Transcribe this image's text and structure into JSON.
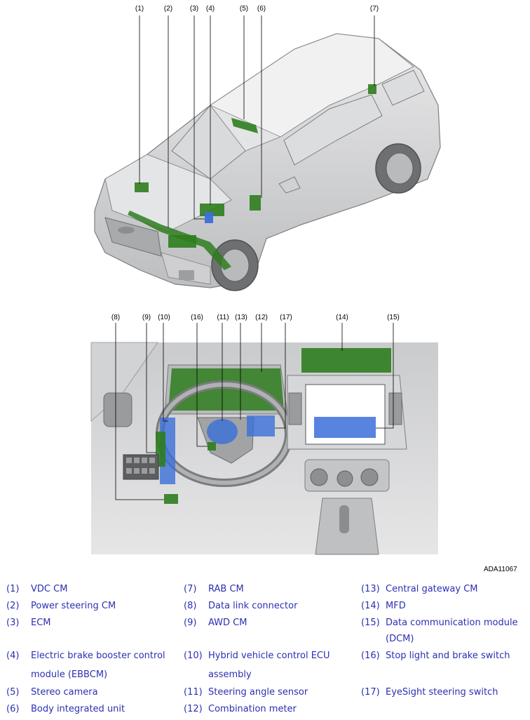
{
  "figure": {
    "figure_id": "ADA11067",
    "callouts_top": [
      "(1)",
      "(2)",
      "(3)",
      "(4)",
      "(5)",
      "(6)",
      "(7)"
    ],
    "callouts_bottom": [
      "(8)",
      "(9)",
      "(10)",
      "(16)",
      "(11)",
      "(13)",
      "(12)",
      "(17)",
      "(14)",
      "(15)"
    ],
    "colors": {
      "module_green": "#2e7d1e",
      "module_blue": "#3a6fd8",
      "body_gray": "#cfd0d2"
    }
  },
  "legend": [
    {
      "num": "(1)",
      "label": "VDC CM"
    },
    {
      "num": "(2)",
      "label": "Power steering CM"
    },
    {
      "num": "(3)",
      "label": "ECM"
    },
    {
      "num": "(4)",
      "label": "Electric brake booster control module (EBBCM)"
    },
    {
      "num": "(5)",
      "label": "Stereo camera"
    },
    {
      "num": "(6)",
      "label": "Body integrated unit"
    },
    {
      "num": "(7)",
      "label": "RAB CM"
    },
    {
      "num": "(8)",
      "label": "Data link connector"
    },
    {
      "num": "(9)",
      "label": "AWD CM"
    },
    {
      "num": "(10)",
      "label": "Hybrid vehicle control ECU assembly"
    },
    {
      "num": "(11)",
      "label": "Steering angle sensor"
    },
    {
      "num": "(12)",
      "label": "Combination meter"
    },
    {
      "num": "(13)",
      "label": "Central gateway CM"
    },
    {
      "num": "(14)",
      "label": "MFD"
    },
    {
      "num": "(15)",
      "label": "Data communication module (DCM)"
    },
    {
      "num": "(16)",
      "label": "Stop light and brake switch"
    },
    {
      "num": "(17)",
      "label": "EyeSight steering switch"
    }
  ]
}
